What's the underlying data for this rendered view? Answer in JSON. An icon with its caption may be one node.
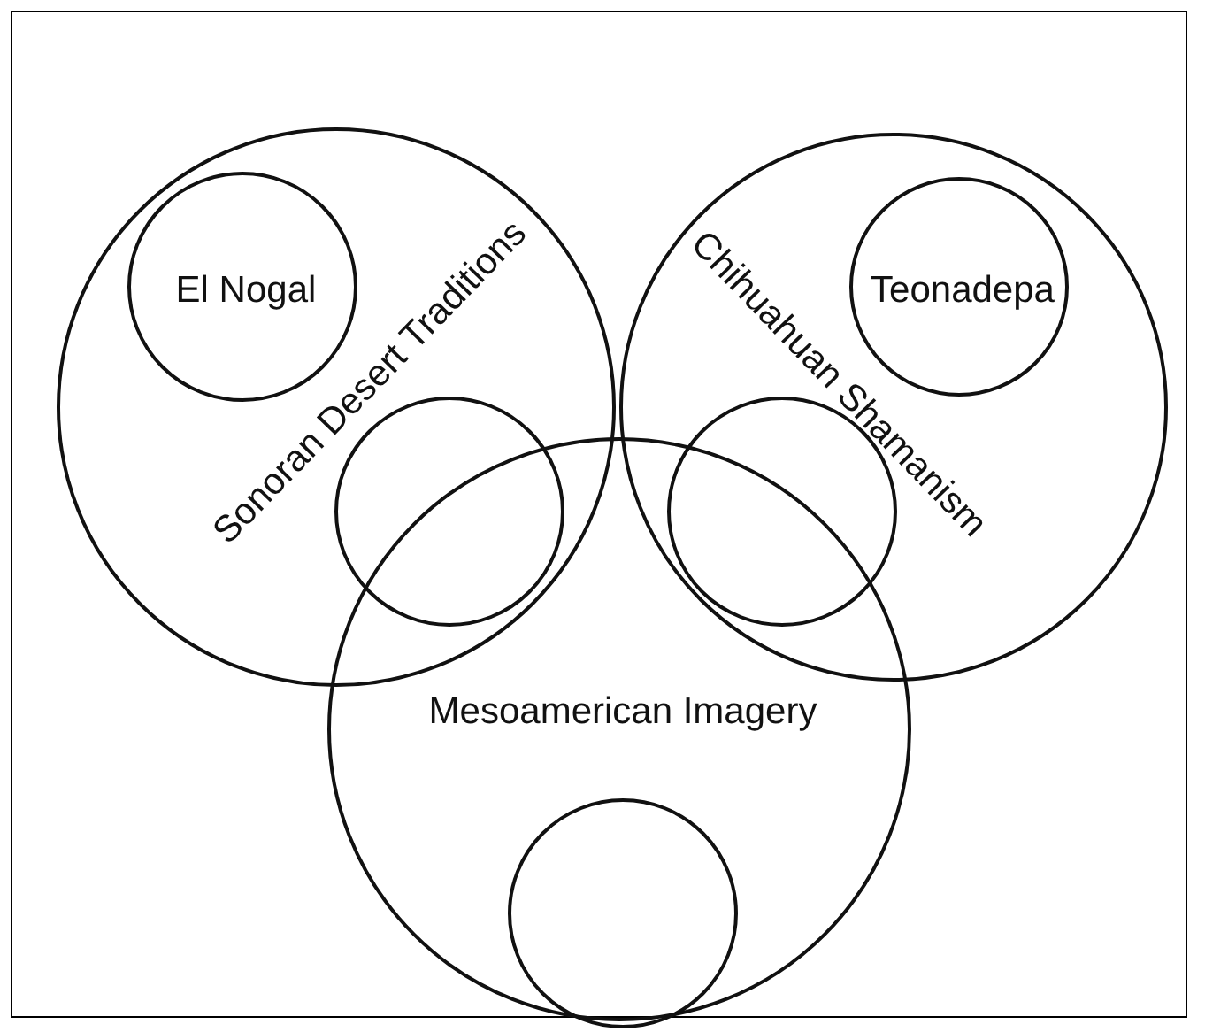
{
  "diagram": {
    "nodes": [
      {
        "text": [
          "Sonoran Desert Traditions"
        ]
      },
      {
        "text": [
          "El Nogal"
        ],
        "in": 0
      },
      {
        "text": [
          "Chihuahuan Shamanism"
        ]
      },
      {
        "text": [
          "Teonadepa"
        ],
        "in": 2
      },
      {
        "text": [
          "Mesoamerican Imagery"
        ]
      },
      {
        "text": [],
        "shape": "circle",
        "in": 0
      },
      {
        "text": [],
        "shape": "circle",
        "in": 2
      },
      {
        "text": [],
        "shape": "circle",
        "in": 4
      }
    ],
    "edges": []
  }
}
